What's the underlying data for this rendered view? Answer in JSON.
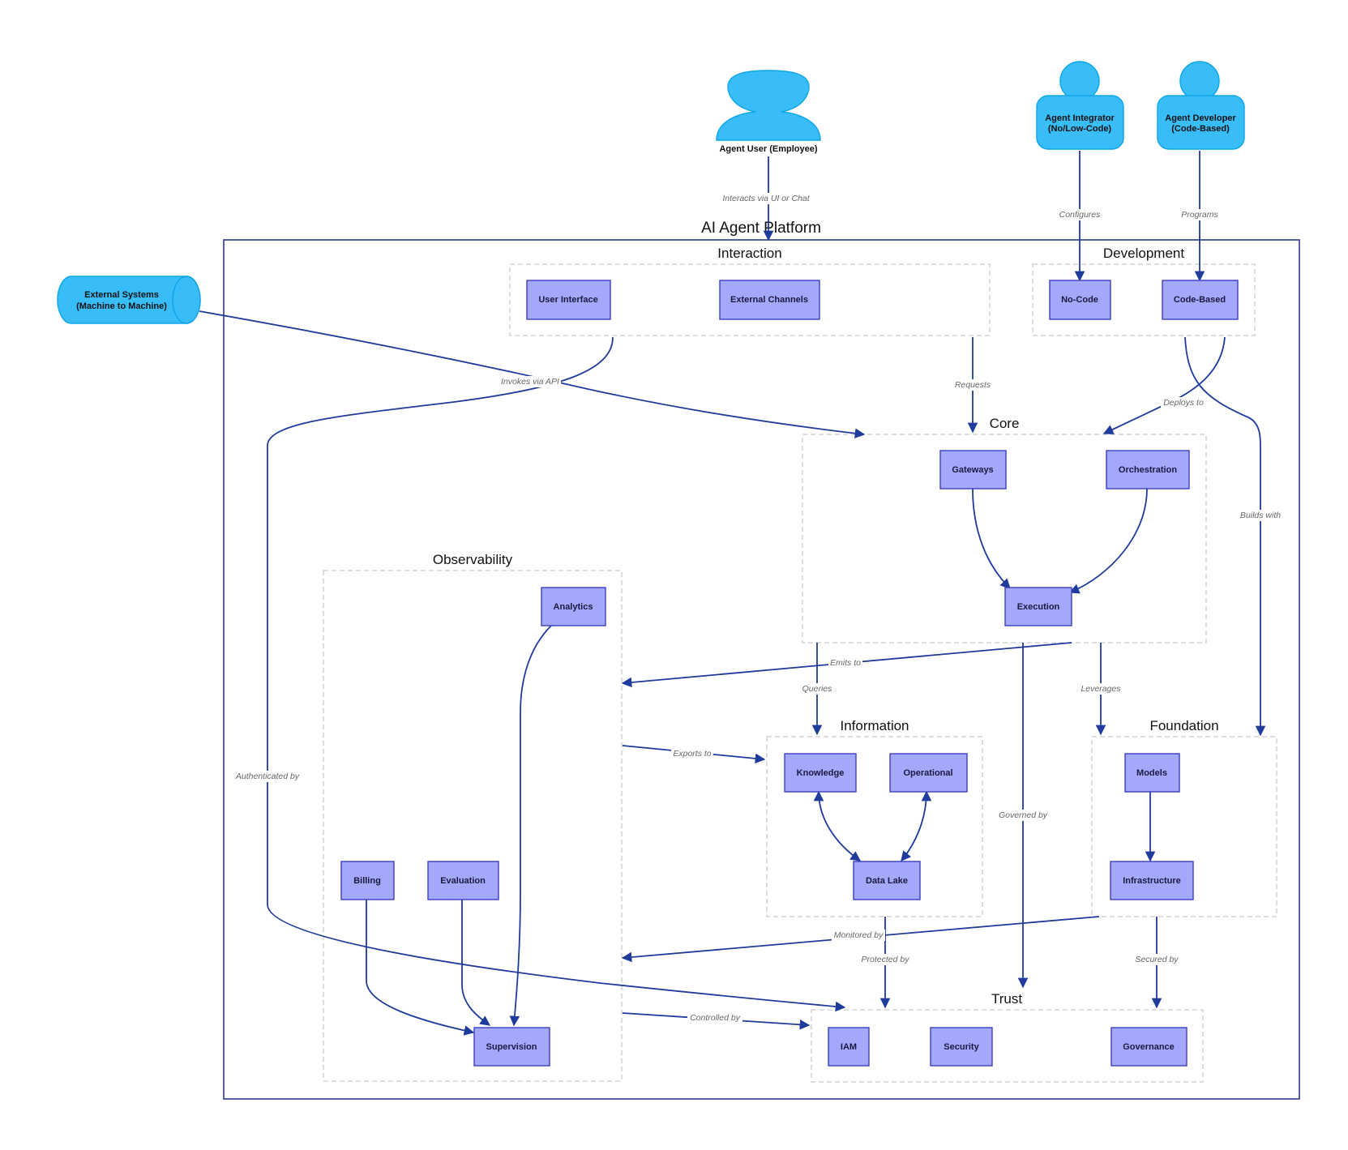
{
  "diagram": {
    "title": "AI Agent Platform",
    "actors": {
      "agent_user": "Agent User (Employee)",
      "agent_integrator": [
        "Agent Integrator",
        "(No/Low-Code)"
      ],
      "agent_developer": [
        "Agent Developer",
        "(Code-Based)"
      ],
      "external_systems": [
        "External Systems",
        "(Machine to Machine)"
      ]
    },
    "groups": {
      "interaction": "Interaction",
      "development": "Development",
      "core": "Core",
      "observability": "Observability",
      "information": "Information",
      "foundation": "Foundation",
      "trust": "Trust"
    },
    "nodes": {
      "user_interface": "User Interface",
      "external_channels": "External Channels",
      "no_code": "No-Code",
      "code_based": "Code-Based",
      "gateways": "Gateways",
      "orchestration": "Orchestration",
      "execution": "Execution",
      "analytics": "Analytics",
      "billing": "Billing",
      "evaluation": "Evaluation",
      "supervision": "Supervision",
      "knowledge": "Knowledge",
      "operational": "Operational",
      "data_lake": "Data Lake",
      "models": "Models",
      "infrastructure": "Infrastructure",
      "iam": "IAM",
      "security": "Security",
      "governance": "Governance"
    },
    "edge_labels": {
      "interacts": "Interacts via UI or Chat",
      "configures": "Configures",
      "programs": "Programs",
      "invokes": "Invokes via API",
      "requests": "Requests",
      "deploys": "Deploys to",
      "builds": "Builds with",
      "emits": "Emits to",
      "queries": "Queries",
      "leverages": "Leverages",
      "exports": "Exports to",
      "authenticated": "Authenticated by",
      "governed": "Governed by",
      "monitored": "Monitored by",
      "protected": "Protected by",
      "secured": "Secured by",
      "controlled": "Controlled by"
    },
    "colors": {
      "node_fill": "#a3a8fb",
      "node_border": "#3b3fbf",
      "actor_fill": "#38bdf8",
      "edge": "#1f3b9c",
      "group_border": "#c9c9c9"
    }
  }
}
